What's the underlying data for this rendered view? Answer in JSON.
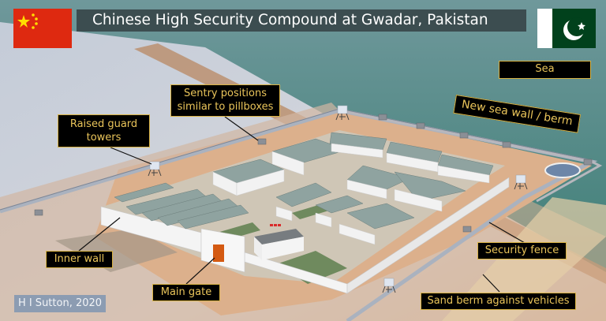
{
  "title": "Chinese High Security Compound at Gwadar, Pakistan",
  "flags": {
    "left": {
      "name": "China",
      "color_field": "#de2910",
      "color_star": "#ffde00"
    },
    "right": {
      "name": "Pakistan",
      "color_field": "#01411c",
      "color_hoist": "#ffffff"
    }
  },
  "labels": {
    "sea": "Sea",
    "sea_wall": "New sea wall / berm",
    "sentry_line1": "Sentry positions",
    "sentry_line2": "similar to pillboxes",
    "towers_line1": "Raised guard",
    "towers_line2": "towers",
    "inner_wall": "Inner wall",
    "main_gate": "Main gate",
    "security_fence": "Security fence",
    "sand_berm": "Sand berm against vehicles"
  },
  "credit": "H I Sutton, 2020",
  "colors": {
    "sea": "#4a8580",
    "sand": "#d5aa88",
    "roof": "#8fa3a0",
    "gate": "#d45a12",
    "label_bg": "#000000",
    "label_text": "#e9c45a",
    "label_border": "#d9b344"
  }
}
